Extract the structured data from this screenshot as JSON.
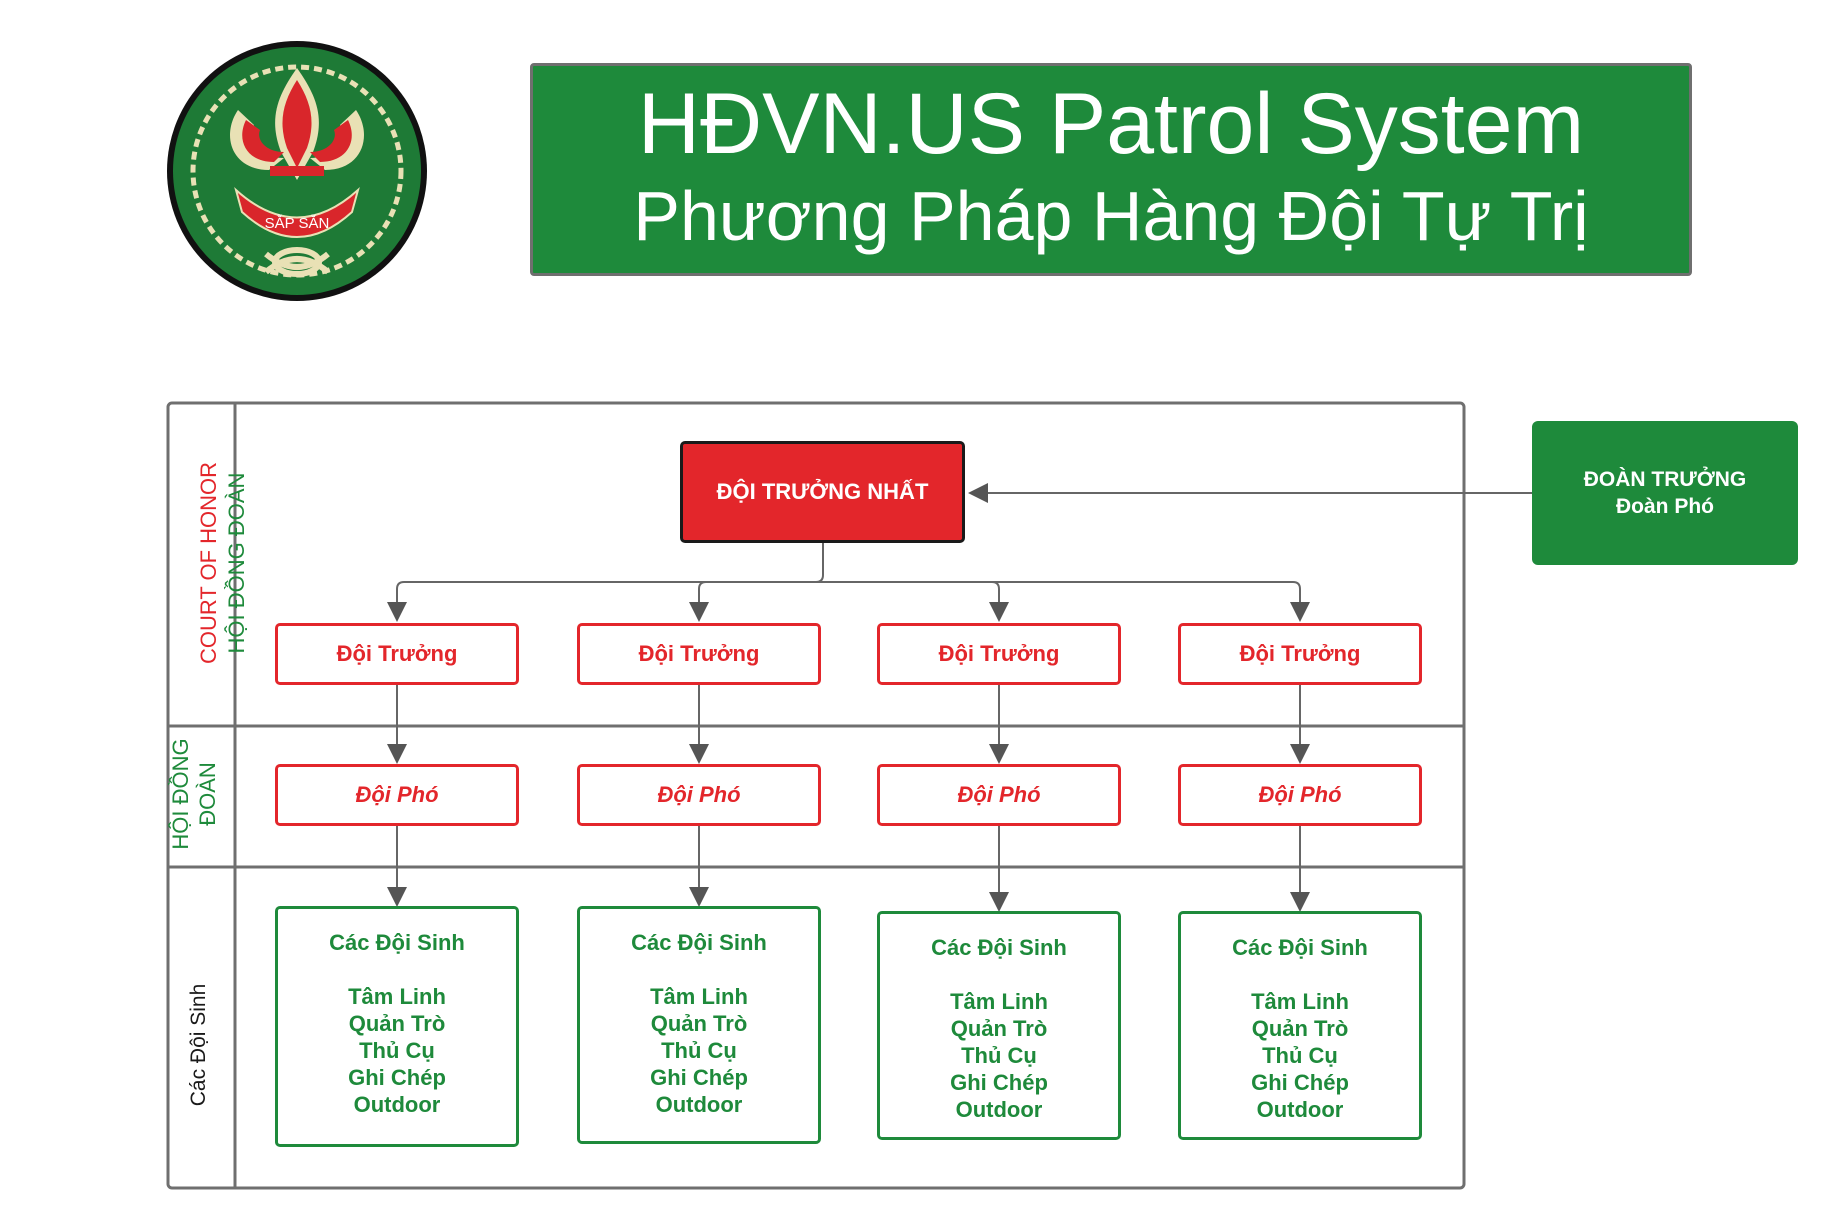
{
  "header": {
    "title_line1": "HĐVN.US Patrol System",
    "title_line2": "Phương Pháp Hàng Đội Tự Trị"
  },
  "logo": {
    "banner_text": "SẴP SẴN",
    "icon": "fleur-de-lis-emblem"
  },
  "rows": {
    "row1_label_a": "COURT OF HONOR",
    "row1_label_b": "HỘI ĐỒNG ĐOÀN",
    "row2_label_a": "HỘI ĐỒNG",
    "row2_label_b": "ĐOÀN",
    "row3_label": "Các Đội Sinh"
  },
  "nodes": {
    "senior_leader": "ĐỘI TRƯỞNG NHẤT",
    "director_line1": "ĐOÀN TRƯỞNG",
    "director_line2": "Đoàn Phó",
    "patrol_leaders": [
      "Đội Trưởng",
      "Đội Trưởng",
      "Đội Trưởng",
      "Đội Trưởng"
    ],
    "assistant_leaders": [
      "Đội Phó",
      "Đội Phó",
      "Đội Phó",
      "Đội Phó"
    ],
    "patrols": [
      {
        "title": "Các Đội Sinh",
        "roles": [
          "Tâm Linh",
          "Quản Trò",
          "Thủ Cụ",
          "Ghi Chép",
          "Outdoor"
        ]
      },
      {
        "title": "Các Đội Sinh",
        "roles": [
          "Tâm Linh",
          "Quản Trò",
          "Thủ Cụ",
          "Ghi Chép",
          "Outdoor"
        ]
      },
      {
        "title": "Các Đội Sinh",
        "roles": [
          "Tâm Linh",
          "Quản Trò",
          "Thủ Cụ",
          "Ghi Chép",
          "Outdoor"
        ]
      },
      {
        "title": "Các Đội Sinh",
        "roles": [
          "Tâm Linh",
          "Quản Trò",
          "Thủ Cụ",
          "Ghi Chép",
          "Outdoor"
        ]
      }
    ]
  },
  "colors": {
    "green": "#1e8a3b",
    "red": "#e3262b",
    "frame": "#6f6f6f",
    "connector": "#666666"
  }
}
